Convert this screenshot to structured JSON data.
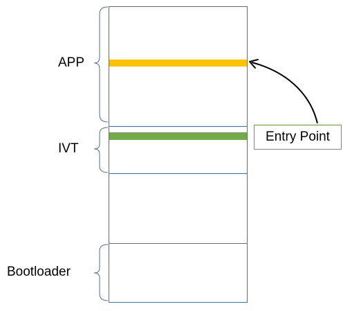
{
  "labels": {
    "app": "APP",
    "ivt": "IVT",
    "bootloader": "Bootloader",
    "entry_point": "Entry Point"
  },
  "colors": {
    "outline": "#4a6fa5",
    "app_marker": "#ffc000",
    "entry_marker": "#70ad47",
    "callout_border": "#6a9a4a",
    "arrow": "#000000"
  }
}
